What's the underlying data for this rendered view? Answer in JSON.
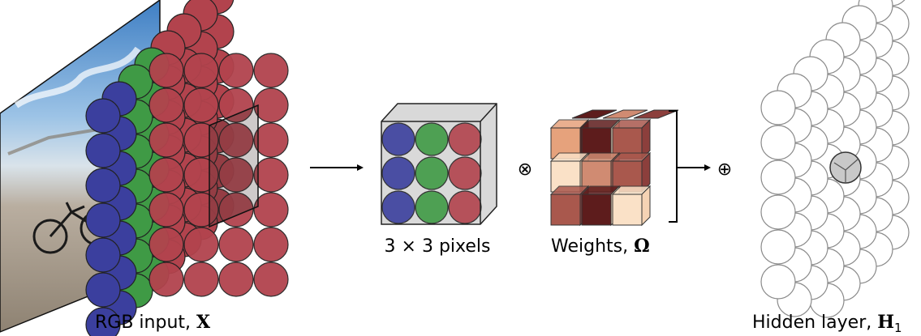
{
  "labels": {
    "input_text": "RGB input, ",
    "input_symbol": "X",
    "patch": "3 × 3 pixels",
    "weights_text": "Weights, ",
    "weights_symbol": "Ω",
    "hidden_text": "Hidden layer, ",
    "hidden_symbol": "H",
    "hidden_subscript": "1"
  },
  "operators": {
    "multiply": "⊗",
    "add": "⊕"
  },
  "colors": {
    "red_channel": "#b2434d",
    "green_channel": "#3f9a45",
    "blue_channel": "#3b3f9e",
    "circle_stroke": "#222222",
    "hidden_circle_stroke": "#8a8a8a",
    "selected_neuron": "#c9c9c9",
    "weight_shades": [
      "#e6a27c",
      "#f5d3b4",
      "#a9584d",
      "#5d1c1c",
      "#d08b72",
      "#8c3f3c",
      "#fae1c7",
      "#b96c5c"
    ]
  },
  "weights_grid": [
    [
      0,
      3,
      2
    ],
    [
      6,
      4,
      2
    ],
    [
      2,
      3,
      6
    ]
  ]
}
